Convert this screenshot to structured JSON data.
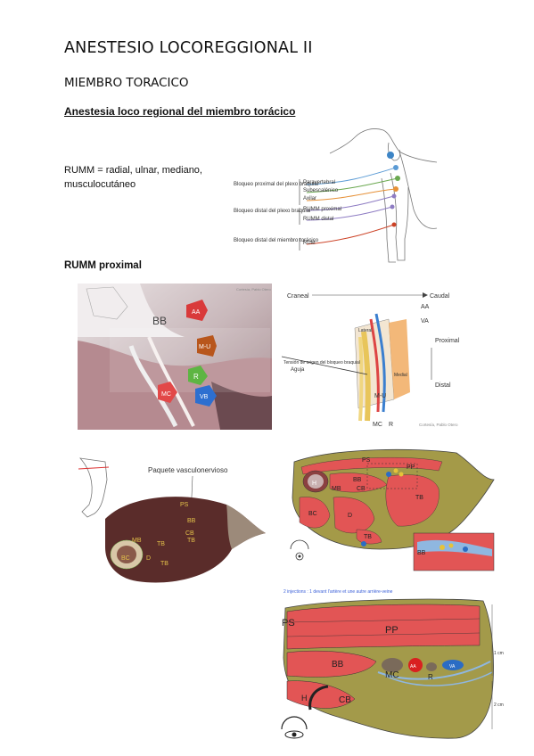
{
  "page": {
    "title": "ANESTESIO LOCOREGGIONAL II",
    "section": "MIEMBRO TORACICO",
    "subsection": "Anestesia loco regional del miembro torácico",
    "rumm_definition": "RUMM = radial, ulnar, mediano, musculocutáneo",
    "rumm_proximal_heading": "RUMM proximal"
  },
  "fig1": {
    "labels": {
      "bp_proximal": "Bloqueo proximal del plexo braquial",
      "bp_distal": "Bloqueo distal del plexo braquial",
      "bd_distal": "Bloqueo distal del miembro torácico",
      "paravertebral": "Paravertebral",
      "subescalenico": "Subescalénico",
      "axilar": "Axilar",
      "rumm_proximal": "RUMM proximal",
      "rumm_distal": "RUMM distal",
      "rum": "RUM"
    }
  },
  "fig2": {
    "credit": "Cortesía, Pablo Otero",
    "labels": {
      "bb": "BB",
      "aa": "AA",
      "mu": "M-U",
      "r": "R",
      "mc": "MC",
      "vb": "VB"
    }
  },
  "fig3": {
    "credit": "Cortesía, Pablo Otero",
    "labels": {
      "craneal": "Craneal",
      "caudal": "Caudal",
      "aa": "AA",
      "va": "VA",
      "proximal": "Proximal",
      "distal": "Distal",
      "lateral": "Lateral",
      "medial": "Medial",
      "aguja": "Aguja",
      "mu": "M-U",
      "mc": "MC",
      "r": "R",
      "tension": "Tensión de origen del bloqueo braquial"
    }
  },
  "fig4": {
    "title": "Paquete vasculonervioso",
    "labels": {
      "ps": "PS",
      "bb": "BB",
      "cb": "CB",
      "mb": "MB",
      "tb1": "TB",
      "tb2": "TB",
      "bc": "BC",
      "d": "D",
      "tb3": "TB"
    }
  },
  "fig5": {
    "labels": {
      "ps": "PS",
      "pp": "PP",
      "h": "H",
      "bb": "BB",
      "cb": "CB",
      "mb": "MB",
      "tb": "TB",
      "bc": "BC",
      "d": "D",
      "tb2": "TB",
      "bb2": "BB"
    }
  },
  "fig6": {
    "caption": "2 injections : 1 devant l'artère et une autre arrière-veine",
    "labels": {
      "ps": "PS",
      "pp": "PP",
      "bb": "BB",
      "mc": "MC",
      "aa": "AA",
      "r": "R",
      "va": "VA",
      "h": "H",
      "cb": "CB"
    },
    "scale_1": "1 cm",
    "scale_2": "2 cm"
  }
}
